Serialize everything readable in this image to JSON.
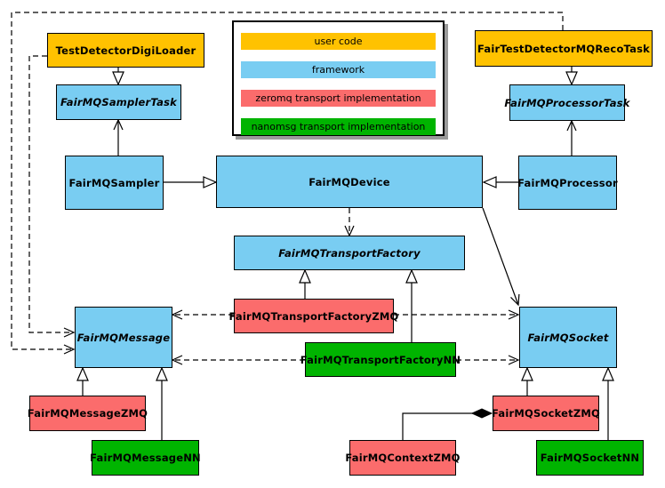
{
  "colors": {
    "user_code": "#FFC200",
    "framework": "#79CDF2",
    "zeromq": "#FB6C6C",
    "nanomsg": "#00B400",
    "edge": "#000000"
  },
  "legend": {
    "items": [
      {
        "label": "user code",
        "color": "#FFC200"
      },
      {
        "label": "framework",
        "color": "#79CDF2"
      },
      {
        "label": "zeromq transport implementation",
        "color": "#FB6C6C"
      },
      {
        "label": "nanomsg transport implementation",
        "color": "#00B400"
      }
    ]
  },
  "nodes": {
    "test_detector_digi_loader": {
      "label": "TestDetectorDigiLoader",
      "color": "#FFC200"
    },
    "fair_test_detector_mq_reco_task": {
      "label": "FairTestDetectorMQRecoTask",
      "color": "#FFC200"
    },
    "fairmq_sampler_task": {
      "label": "FairMQSamplerTask",
      "color": "#79CDF2"
    },
    "fairmq_processor_task": {
      "label": "FairMQProcessorTask",
      "color": "#79CDF2"
    },
    "fairmq_sampler": {
      "label": "FairMQSampler",
      "color": "#79CDF2"
    },
    "fairmq_device": {
      "label": "FairMQDevice",
      "color": "#79CDF2"
    },
    "fairmq_processor": {
      "label": "FairMQProcessor",
      "color": "#79CDF2"
    },
    "fairmq_transport_factory": {
      "label": "FairMQTransportFactory",
      "color": "#79CDF2"
    },
    "fairmq_transport_factory_zmq": {
      "label": "FairMQTransportFactoryZMQ",
      "color": "#FB6C6C"
    },
    "fairmq_transport_factory_nn": {
      "label": "FairMQTransportFactoryNN",
      "color": "#00B400"
    },
    "fairmq_message": {
      "label": "FairMQMessage",
      "color": "#79CDF2"
    },
    "fairmq_socket": {
      "label": "FairMQSocket",
      "color": "#79CDF2"
    },
    "fairmq_message_zmq": {
      "label": "FairMQMessageZMQ",
      "color": "#FB6C6C"
    },
    "fairmq_message_nn": {
      "label": "FairMQMessageNN",
      "color": "#00B400"
    },
    "fairmq_socket_zmq": {
      "label": "FairMQSocketZMQ",
      "color": "#FB6C6C"
    },
    "fairmq_socket_nn": {
      "label": "FairMQSocketNN",
      "color": "#00B400"
    },
    "fairmq_context_zmq": {
      "label": "FairMQContextZMQ",
      "color": "#FB6C6C"
    }
  }
}
